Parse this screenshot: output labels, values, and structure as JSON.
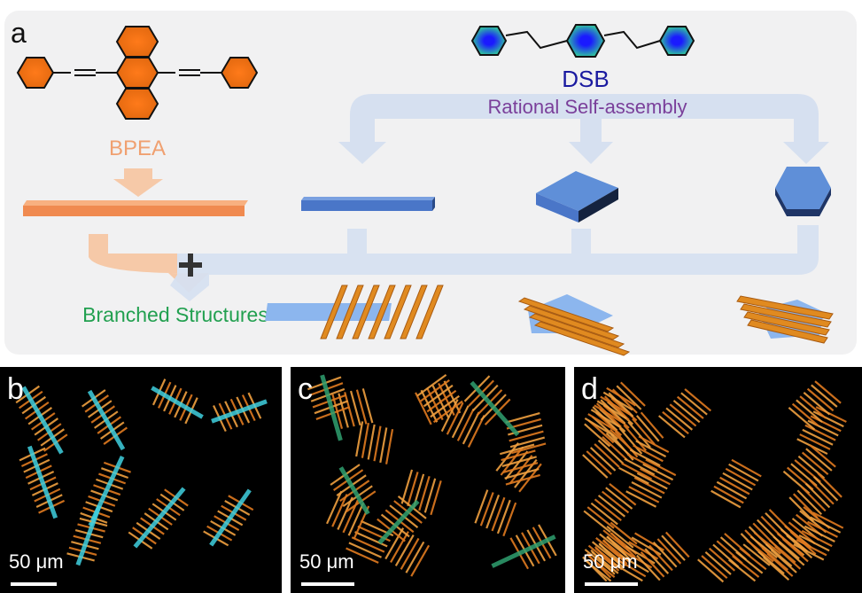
{
  "panel_a": {
    "label": "a",
    "bpea_label": "BPEA",
    "dsb_label": "DSB",
    "assembly_label": "Rational Self-assembly",
    "branched_label": "Branched Structures",
    "colors": {
      "bpea": "#f0a070",
      "dsb": "#1a1aa0",
      "assembly": "#7a3f9a",
      "branched": "#22a050",
      "arrow": "#d6e0f0",
      "block": "#4f7fd0"
    }
  },
  "panel_b": {
    "label": "b",
    "scale": "50 μm"
  },
  "panel_c": {
    "label": "c",
    "scale": "50 μm"
  },
  "panel_d": {
    "label": "d",
    "scale": "50 μm"
  }
}
